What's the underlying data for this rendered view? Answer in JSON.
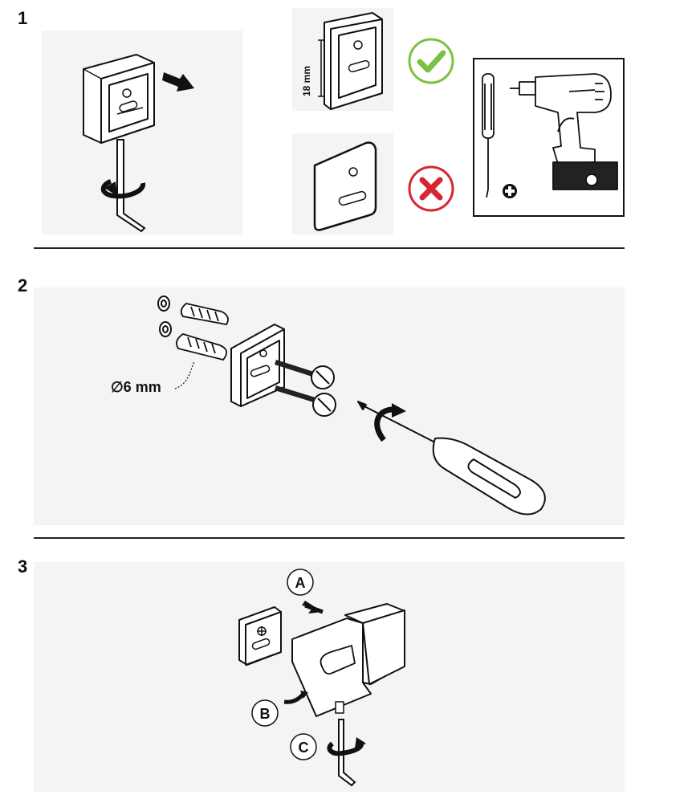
{
  "steps": [
    {
      "number": "1"
    },
    {
      "number": "2"
    },
    {
      "number": "3"
    }
  ],
  "step1": {
    "dimension_label": "18 mm",
    "correct_icon": "check-icon",
    "incorrect_icon": "cross-icon",
    "tools": [
      "screwdriver-icon",
      "plus-icon",
      "drill-icon"
    ]
  },
  "step2": {
    "diameter_label": "∅6 mm"
  },
  "step3": {
    "labels": {
      "a": "A",
      "b": "B",
      "c": "C"
    }
  },
  "colors": {
    "correct": "#7cc142",
    "incorrect": "#d7262f",
    "line": "#111111"
  }
}
